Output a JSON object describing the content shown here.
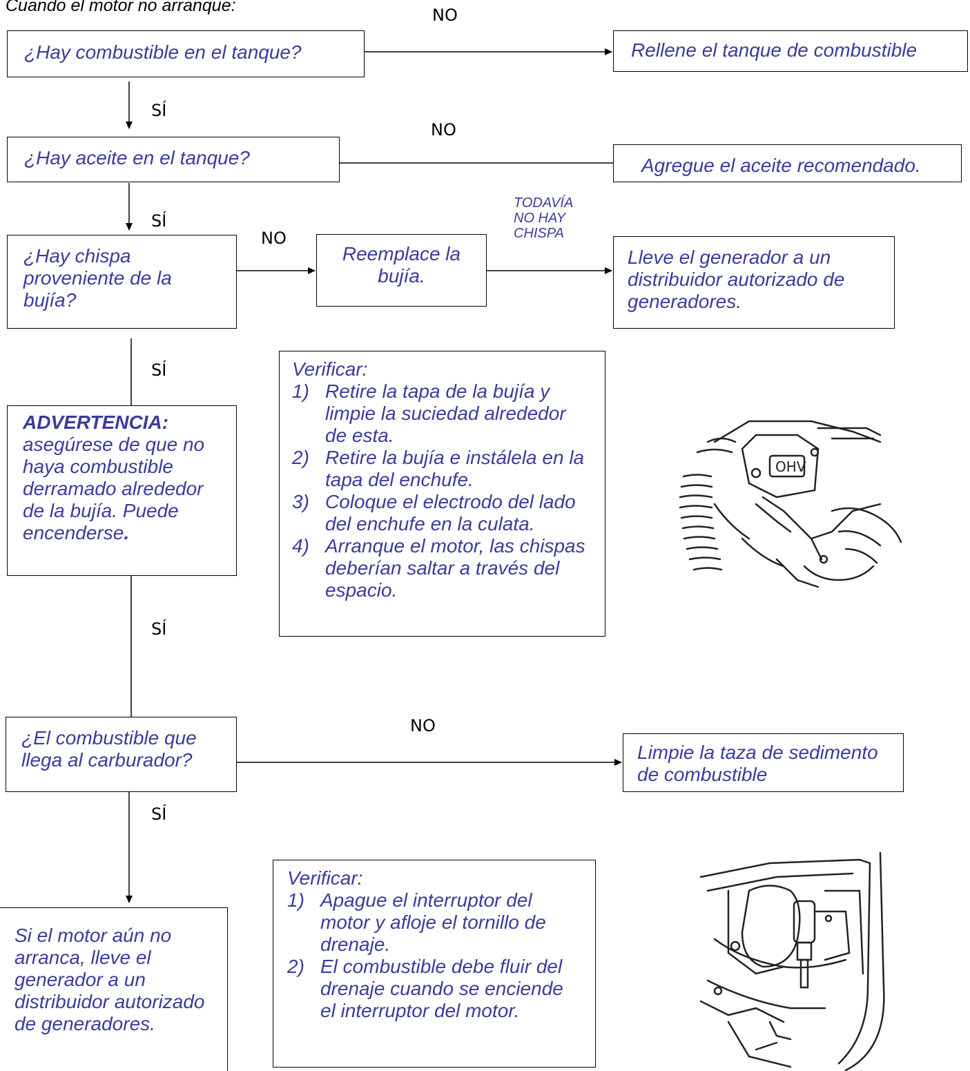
{
  "heading": "Cuando el motor no arranque:",
  "labels": {
    "no": "NO",
    "si": "SÍ",
    "still_no_spark": [
      "TODAVÍA",
      "NO HAY",
      "CHISPA"
    ]
  },
  "nodes": {
    "q_fuel_tank": "¿Hay combustible en el tanque?",
    "a_refill_fuel": "Rellene el tanque de combustible",
    "q_oil": "¿Hay aceite en el tanque?",
    "a_add_oil": "Agregue el aceite recomendado.",
    "q_spark": "¿Hay chispa proveniente de la bujía?",
    "a_replace_plug": "Reemplace la bujía.",
    "a_dealer": "Lleve el generador a un distribuidor autorizado de generadores.",
    "warning_title": "ADVERTENCIA:",
    "warning_text": "asegúrese de que no haya combustible derramado alrededor de la bujía. Puede encenderse",
    "warning_period": ".",
    "q_carb": "¿El combustible que llega al carburador?",
    "a_clean_bowl": "Limpie la taza de sedimento de combustible",
    "final": "Si el motor aún no arranca, lleve el generador a un distribuidor autorizado de generadores."
  },
  "check_spark": {
    "title": "Verificar:",
    "steps": [
      {
        "num": "1)",
        "text": "Retire la tapa de la bujía y limpie la suciedad alrededor de esta."
      },
      {
        "num": "2)",
        "text": "Retire la bujía e instálela en la tapa del enchufe."
      },
      {
        "num": "3)",
        "text": "Coloque el electrodo del lado del enchufe en la culata."
      },
      {
        "num": "4)",
        "text": "Arranque el motor, las chispas deberían saltar a través del espacio."
      }
    ]
  },
  "check_fuel": {
    "title": "Verificar:",
    "steps": [
      {
        "num": "1)",
        "text": "Apague el interruptor del motor y afloje el tornillo de drenaje."
      },
      {
        "num": "2)",
        "text": "El combustible debe fluir del drenaje cuando se enciende el interruptor del motor."
      }
    ]
  },
  "illustrations": {
    "spark_plug": "spark-plug-test-illustration",
    "fuel_drain": "fuel-drain-illustration"
  },
  "colors": {
    "text_blue": "#3b3b9c",
    "line": "#000000"
  }
}
